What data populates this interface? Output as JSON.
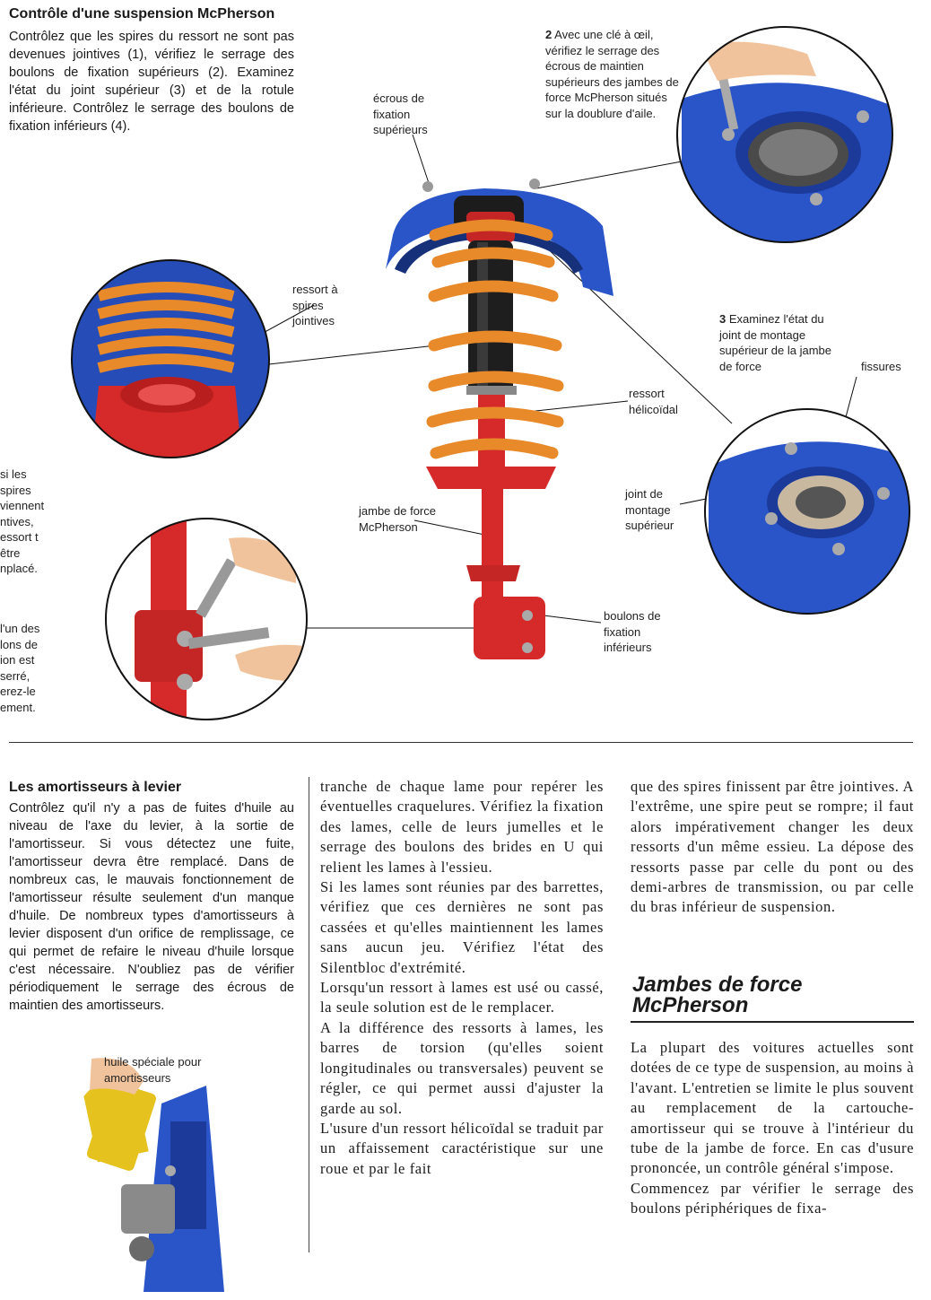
{
  "top": {
    "title": "Contrôle d'une suspension McPherson",
    "intro": "Contrôlez que les spires du ressort ne sont pas devenues jointives (1), vérifiez le serrage des boulons de fixation supérieurs (2). Examinez l'état du joint supérieur (3) et de la rotule inférieure. Contrôlez le serrage des boulons de fixation inférieurs (4)."
  },
  "labels": {
    "ecrous": "écrous de fixation supérieurs",
    "ressort_jointives": "ressort à spires jointives",
    "ressort_helicoidal": "ressort hélicoïdal",
    "jambe": "jambe de force McPherson",
    "boulons_inf": "boulons de fixation inférieurs",
    "step2_num": "2",
    "step2_text": " Avec une clé  à œil, vérifiez le serrage des écrous de maintien supérieurs des jambes de force McPherson situés sur la doublure d'aile.",
    "step3_num": "3",
    "step3_text": " Examinez l'état du joint de montage supérieur de la jambe de force",
    "fissures": "fissures",
    "joint_montage": "joint de montage supérieur",
    "cut_a": "si les spires viennent ntives, essort t être nplacé.",
    "cut_b": "l'un des lons de ion est serré, erez-le ement.",
    "huile": "huile spéciale pour amortisseurs"
  },
  "levier": {
    "title": "Les amortisseurs à levier",
    "text": "Contrôlez qu'il n'y a pas de fuites d'huile au niveau de l'axe du levier, à la sortie de l'amortisseur. Si vous détectez une fuite, l'amortisseur devra être remplacé. Dans de nombreux cas, le mauvais fonctionnement de l'amortisseur résulte seulement d'un manque d'huile. De nombreux types d'amortisseurs à levier disposent d'un orifice de remplissage, ce qui permet de refaire le niveau d'huile lorsque c'est nécessaire. N'oubliez pas de vérifier périodiquement le serrage des écrous de maintien des amortisseurs."
  },
  "col2": {
    "p1": "tranche de chaque lame pour repérer les éventuelles craquelures. Vérifiez la fixation des lames, celle de leurs jumelles et le serrage des boulons des brides en U qui relient les lames à l'essieu.",
    "p2": "Si les lames sont réunies par des barrettes, vérifiez que ces dernières ne sont pas cassées et qu'elles maintiennent les lames sans aucun jeu. Vérifiez l'état des Silentbloc d'extrémité.",
    "p3": "Lorsqu'un ressort à lames est usé ou cassé, la seule solution est de le remplacer.",
    "p4": "A la différence des ressorts à lames, les barres de torsion (qu'elles soient longitudinales ou transversales) peuvent se régler, ce qui permet aussi d'ajuster la garde au sol.",
    "p5": "L'usure d'un ressort hélicoïdal se traduit par un affaissement caractéristique sur une roue et par le fait"
  },
  "col3": {
    "p1": "que des spires finissent par être jointives. A l'extrême, une spire peut se rompre; il faut alors impérativement changer les deux ressorts d'un même essieu. La dépose des ressorts passe par celle du pont ou des demi-arbres de transmission, ou par celle du bras inférieur de suspension.",
    "heading": "Jambes de force McPherson",
    "p2": "La plupart des voitures actuelles sont dotées de ce type de suspension, au moins à l'avant. L'entretien se limite le plus souvent au remplacement de la cartouche-amortisseur qui se trouve à l'intérieur du tube de la jambe de force. En cas d'usure prononcée, un contrôle général s'impose.",
    "p3": "Commencez par vérifier le serrage des boulons périphériques de fixa-"
  },
  "colors": {
    "strut_red": "#d62a2a",
    "spring_orange": "#e8892a",
    "body_blue": "#2a55c8",
    "can_yellow": "#e6c21e"
  }
}
